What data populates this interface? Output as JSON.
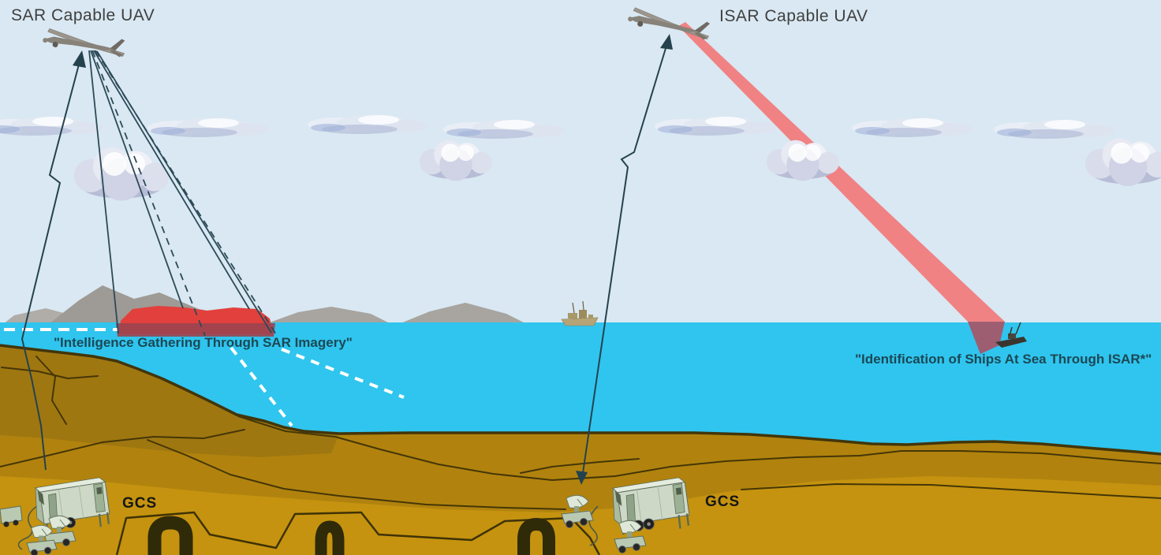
{
  "diagram": {
    "title_left": "SAR Capable UAV",
    "title_right": "ISAR Capable UAV",
    "caption_left": "\"Intelligence Gathering Through SAR Imagery\"",
    "caption_right": "\"Identification of Ships At Sea Through ISAR*\"",
    "gcs_left_label": "GCS",
    "gcs_right_label": "GCS"
  },
  "colors": {
    "sky": "#d9e8f2",
    "sea": "#2fc5ef",
    "sand": "#b1830e",
    "sand_dark": "#8f6d12",
    "sand_bright": "#c9960f",
    "terrain_line": "#453607",
    "mountain": "#a8a49f",
    "sar_footprint_red": "#e2403c",
    "sar_footprint_submerged": "#9c4450",
    "isar_beam_red": "#f2787b",
    "isar_beam_submerged": "#a3586a",
    "datalink": "#24424e",
    "underwater_dash": "#ffffff",
    "uav_gray": "#908b83",
    "gcs_vehicle": "#cdd9c6",
    "caption_text": "#1c4854",
    "label_text": "#3f3f3f",
    "gcs_text": "#151515"
  }
}
